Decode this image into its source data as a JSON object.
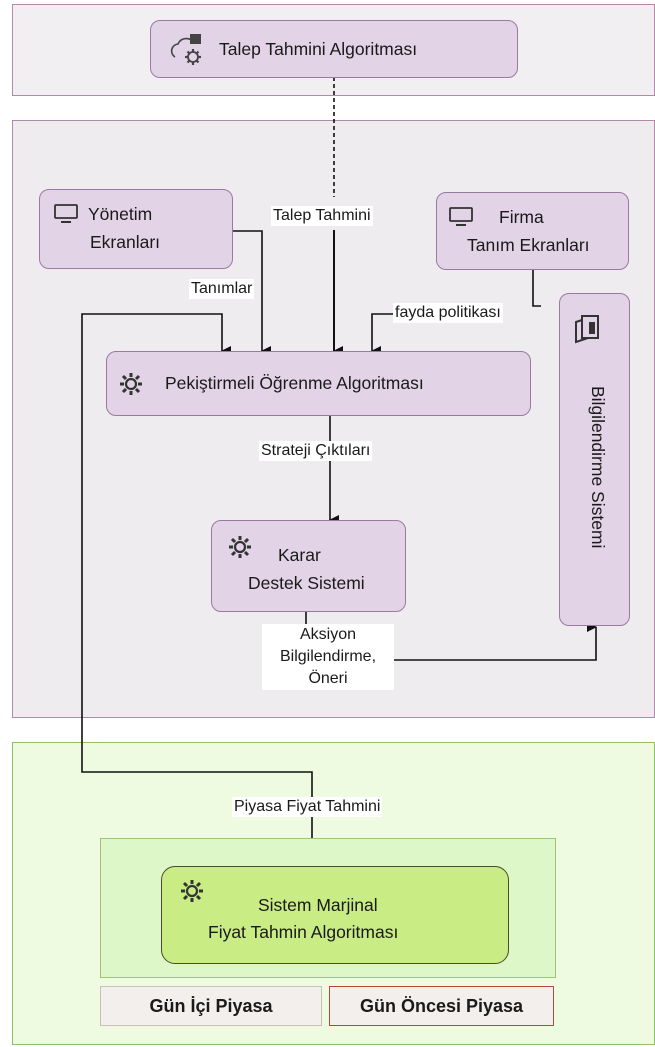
{
  "nodes": {
    "demand_forecast": "Talep Tahmini Algoritması",
    "management_screens_line1": "Yönetim",
    "management_screens_line2": "Ekranları",
    "company_screens_line1": "Firma",
    "company_screens_line2": "Tanım Ekranları",
    "rl_algorithm": "Pekiştirmeli Öğrenme Algoritması",
    "decision_support_line1": "Karar",
    "decision_support_line2": "Destek Sistemi",
    "notification_system": "Bilgilendirme Sistemi",
    "smp_forecast_line1": "Sistem Marjinal",
    "smp_forecast_line2": "Fiyat Tahmin Algoritması",
    "intraday_market": "Gün İçi Piyasa",
    "day_ahead_market": "Gün Öncesi Piyasa"
  },
  "edges": {
    "demand_forecast": "Talep Tahmini",
    "definitions": "Tanımlar",
    "benefit_policy": "fayda politikası",
    "strategy_outputs": "Strateji Çıktıları",
    "action_line1": "Aksiyon",
    "action_line2": "Bilgilendirme,",
    "action_line3": "Öneri",
    "market_price_forecast": "Piyasa Fiyat Tahmini"
  },
  "icons": {
    "demand_forecast": "cloud-gear-icon",
    "management_screens": "monitor-icon",
    "company_screens": "monitor-icon",
    "rl_algorithm": "gear-icon",
    "decision_support": "gear-icon",
    "notification_system": "door-exit-icon",
    "smp_forecast": "gear-icon"
  },
  "colors": {
    "node_fill": "#e2d3e6",
    "node_border": "#9a7aa0",
    "green_node_fill": "#c9ec84",
    "green_region_fill": "#eefbe0",
    "day_ahead_border": "#b04a3a"
  }
}
